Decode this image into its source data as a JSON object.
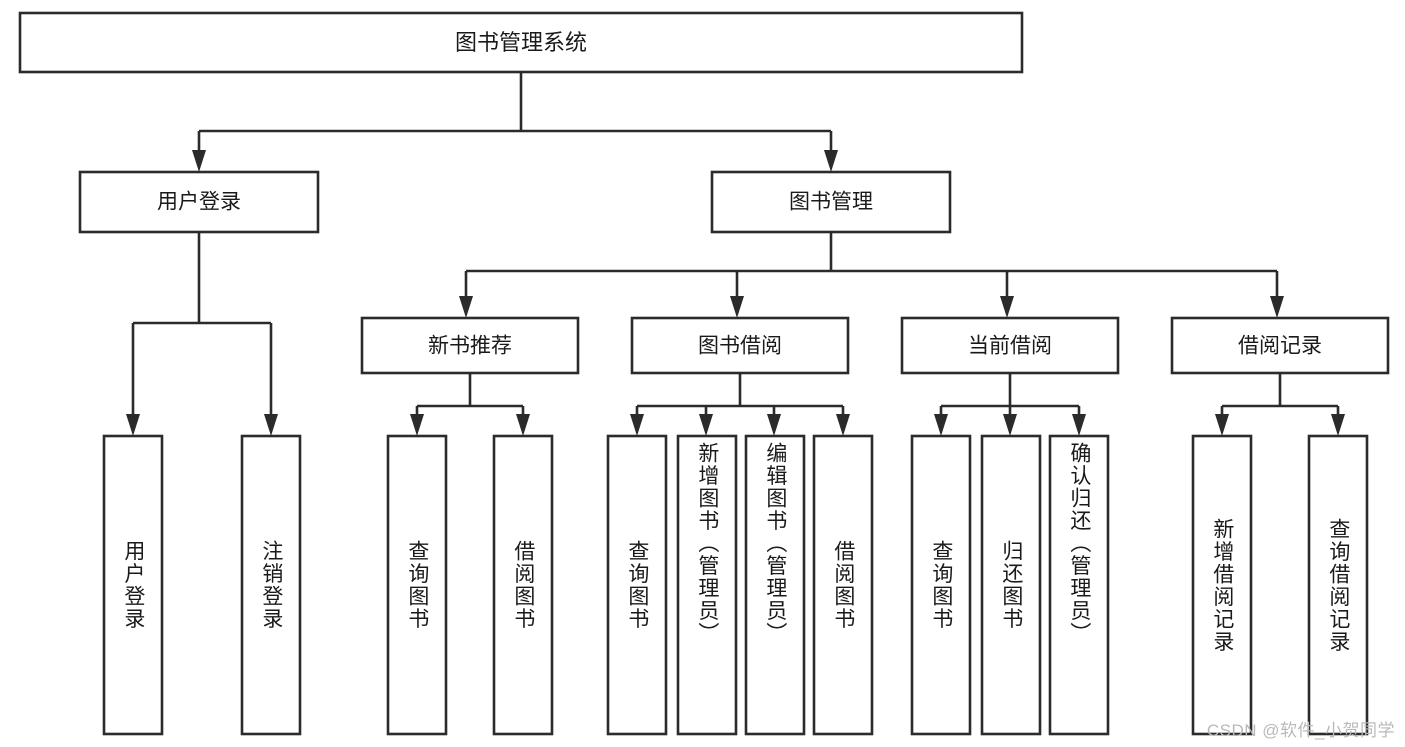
{
  "diagram": {
    "title": "图书管理系统",
    "watermark": "CSDN @软件_小贺同学",
    "stroke_color": "#2b2b2b",
    "fill_color": "#ffffff",
    "text_color": "#1a1a1a",
    "watermark_color": "#b9b9b9",
    "type": "tree-hierarchy",
    "levels": 4,
    "nodes": {
      "root": {
        "label": "图书管理系统",
        "level": 0
      },
      "user_login": {
        "label": "用户登录",
        "level": 1
      },
      "book_manage": {
        "label": "图书管理",
        "level": 1
      },
      "new_book_rec": {
        "label": "新书推荐",
        "level": 2
      },
      "book_borrow": {
        "label": "图书借阅",
        "level": 2
      },
      "current_borrow": {
        "label": "当前借阅",
        "level": 2
      },
      "borrow_record": {
        "label": "借阅记录",
        "level": 2
      },
      "leaf_user_login": {
        "label": "用户登录",
        "level": 3
      },
      "leaf_logout": {
        "label": "注销登录",
        "level": 3
      },
      "leaf_query_book_a": {
        "label": "查询图书",
        "level": 3
      },
      "leaf_borrow_book_a": {
        "label": "借阅图书",
        "level": 3
      },
      "leaf_query_book_b": {
        "label": "查询图书",
        "level": 3
      },
      "leaf_add_book": {
        "label": "新增图书（管理员）",
        "level": 3
      },
      "leaf_edit_book": {
        "label": "编辑图书（管理员）",
        "level": 3
      },
      "leaf_borrow_book_b": {
        "label": "借阅图书",
        "level": 3
      },
      "leaf_query_book_c": {
        "label": "查询图书",
        "level": 3
      },
      "leaf_return_book": {
        "label": "归还图书",
        "level": 3
      },
      "leaf_confirm_return": {
        "label": "确认归还（管理员）",
        "level": 3
      },
      "leaf_add_record": {
        "label": "新增借阅记录",
        "level": 3
      },
      "leaf_query_record": {
        "label": "查询借阅记录",
        "level": 3
      }
    },
    "edges": [
      {
        "from": "root",
        "to": "user_login"
      },
      {
        "from": "root",
        "to": "book_manage"
      },
      {
        "from": "user_login",
        "to": "leaf_user_login"
      },
      {
        "from": "user_login",
        "to": "leaf_logout"
      },
      {
        "from": "book_manage",
        "to": "new_book_rec"
      },
      {
        "from": "book_manage",
        "to": "book_borrow"
      },
      {
        "from": "book_manage",
        "to": "current_borrow"
      },
      {
        "from": "book_manage",
        "to": "borrow_record"
      },
      {
        "from": "new_book_rec",
        "to": "leaf_query_book_a"
      },
      {
        "from": "new_book_rec",
        "to": "leaf_borrow_book_a"
      },
      {
        "from": "book_borrow",
        "to": "leaf_query_book_b"
      },
      {
        "from": "book_borrow",
        "to": "leaf_add_book"
      },
      {
        "from": "book_borrow",
        "to": "leaf_edit_book"
      },
      {
        "from": "book_borrow",
        "to": "leaf_borrow_book_b"
      },
      {
        "from": "current_borrow",
        "to": "leaf_query_book_c"
      },
      {
        "from": "current_borrow",
        "to": "leaf_return_book"
      },
      {
        "from": "current_borrow",
        "to": "leaf_confirm_return"
      },
      {
        "from": "borrow_record",
        "to": "leaf_add_record"
      },
      {
        "from": "borrow_record",
        "to": "leaf_query_record"
      }
    ]
  }
}
